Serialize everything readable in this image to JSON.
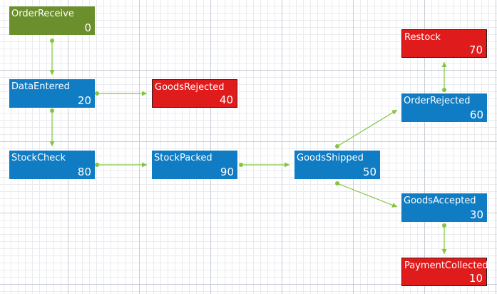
{
  "colors": {
    "start": "#6b8f2c",
    "normal": "#0f7cc4",
    "error": "#e01b1b",
    "edge": "#86c440"
  },
  "nodes": [
    {
      "id": "order-receive",
      "label": "OrderReceive",
      "value": "0",
      "kind": "start"
    },
    {
      "id": "data-entered",
      "label": "DataEntered",
      "value": "20",
      "kind": "normal"
    },
    {
      "id": "goods-rejected",
      "label": "GoodsRejected",
      "value": "40",
      "kind": "error"
    },
    {
      "id": "stock-check",
      "label": "StockCheck",
      "value": "80",
      "kind": "normal"
    },
    {
      "id": "stock-packed",
      "label": "StockPacked",
      "value": "90",
      "kind": "normal"
    },
    {
      "id": "goods-shipped",
      "label": "GoodsShipped",
      "value": "50",
      "kind": "normal"
    },
    {
      "id": "restock",
      "label": "Restock",
      "value": "70",
      "kind": "error"
    },
    {
      "id": "order-rejected",
      "label": "OrderRejected",
      "value": "60",
      "kind": "normal"
    },
    {
      "id": "goods-accepted",
      "label": "GoodsAccepted",
      "value": "30",
      "kind": "normal"
    },
    {
      "id": "payment-collected",
      "label": "PaymentCollected",
      "value": "10",
      "kind": "error"
    }
  ],
  "edges": [
    {
      "from": "order-receive",
      "to": "data-entered"
    },
    {
      "from": "data-entered",
      "to": "goods-rejected"
    },
    {
      "from": "data-entered",
      "to": "stock-check"
    },
    {
      "from": "stock-check",
      "to": "stock-packed"
    },
    {
      "from": "stock-packed",
      "to": "goods-shipped"
    },
    {
      "from": "goods-shipped",
      "to": "order-rejected"
    },
    {
      "from": "order-rejected",
      "to": "restock"
    },
    {
      "from": "goods-shipped",
      "to": "goods-accepted"
    },
    {
      "from": "goods-accepted",
      "to": "payment-collected"
    }
  ]
}
